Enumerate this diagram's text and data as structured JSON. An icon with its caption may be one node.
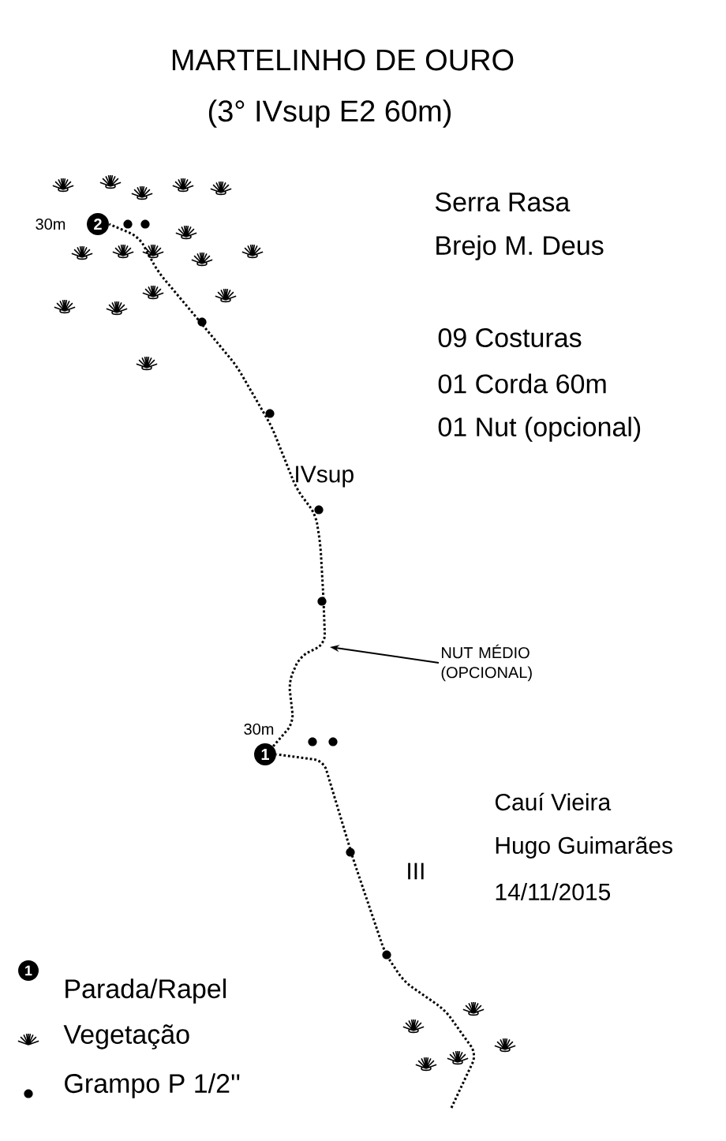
{
  "diagram": {
    "title": "MARTELINHO DE OURO",
    "nodes": [
      {
        "text": [
          "2"
        ],
        "beside": [
          "30m"
        ]
      },
      {
        "text": [
          "1"
        ],
        "beside": [
          "30m"
        ]
      },
      {
        "text": [
          "NUT MÉDIO (OPCIONAL)"
        ]
      }
    ],
    "edges": [
      {
        "from": 1,
        "to": 0,
        "arrow": "none",
        "style": "dashed"
      },
      {
        "from": null,
        "to": 1,
        "arrow": "none",
        "style": "dashed"
      },
      {
        "from": 2,
        "to": null,
        "arrow": "to"
      }
    ],
    "labels": [
      "(3° IVsup E2 60m)",
      "Serra Rasa",
      "Brejo M. Deus",
      "09 Costuras",
      "01 Corda 60m",
      "01 Nut (opcional)",
      "IVsup",
      "Cauí Vieira",
      "Hugo Guimarães",
      "III",
      "14/11/2015",
      "1"
    ],
    "legend": [
      {
        "text": "Parada/Rapel"
      },
      {
        "text": "Vegetação"
      },
      {
        "text": "Grampo P 1/2''"
      }
    ]
  }
}
